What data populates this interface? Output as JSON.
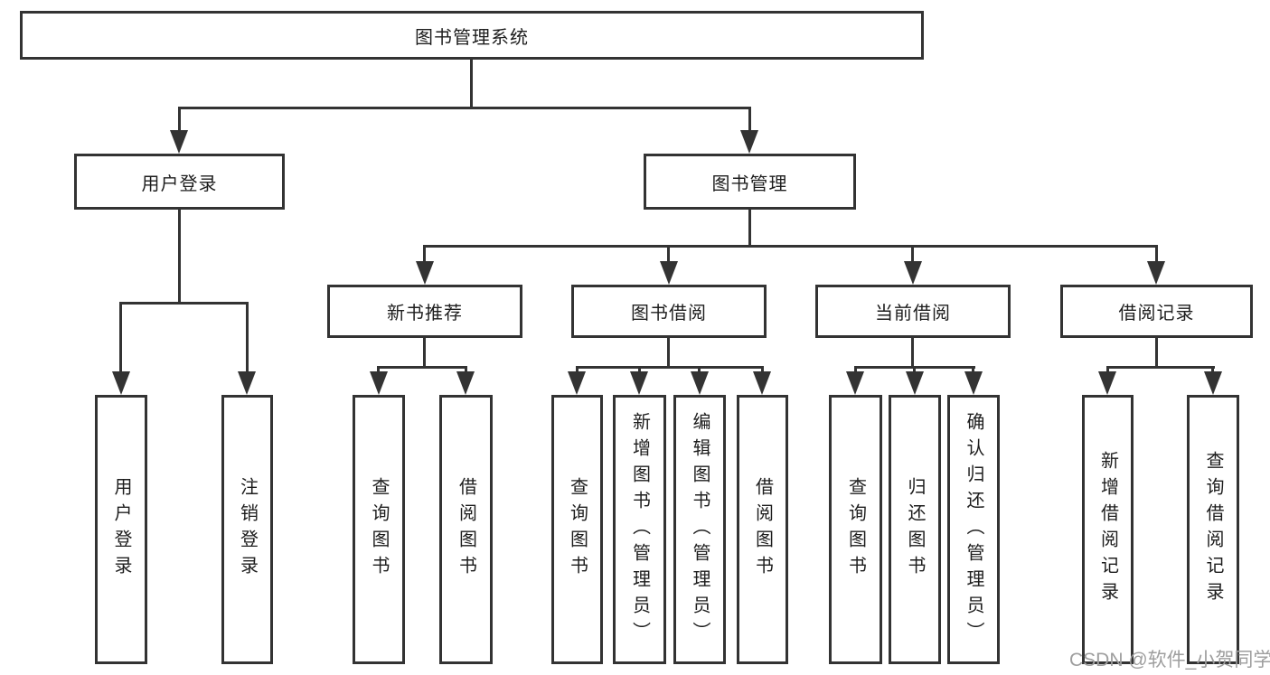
{
  "diagram_type": "hierarchy-tree",
  "colors": {
    "line": "#333333",
    "text": "#1d1d1d",
    "watermark": "#9e9e9e",
    "background": "#ffffff"
  },
  "tree": {
    "label": "图书管理系统",
    "children": [
      {
        "label": "用户登录",
        "children": [
          {
            "label": "用户登录"
          },
          {
            "label": "注销登录"
          }
        ]
      },
      {
        "label": "图书管理",
        "children": [
          {
            "label": "新书推荐",
            "children": [
              {
                "label": "查询图书"
              },
              {
                "label": "借阅图书"
              }
            ]
          },
          {
            "label": "图书借阅",
            "children": [
              {
                "label": "查询图书"
              },
              {
                "label": "新增图书（管理员）"
              },
              {
                "label": "编辑图书（管理员）"
              },
              {
                "label": "借阅图书"
              }
            ]
          },
          {
            "label": "当前借阅",
            "children": [
              {
                "label": "查询图书"
              },
              {
                "label": "归还图书"
              },
              {
                "label": "确认归还（管理员）"
              }
            ]
          },
          {
            "label": "借阅记录",
            "children": [
              {
                "label": "新增借阅记录"
              },
              {
                "label": "查询借阅记录"
              }
            ]
          }
        ]
      }
    ]
  },
  "watermark": {
    "text": "CSDN @软件_小贺同学"
  }
}
